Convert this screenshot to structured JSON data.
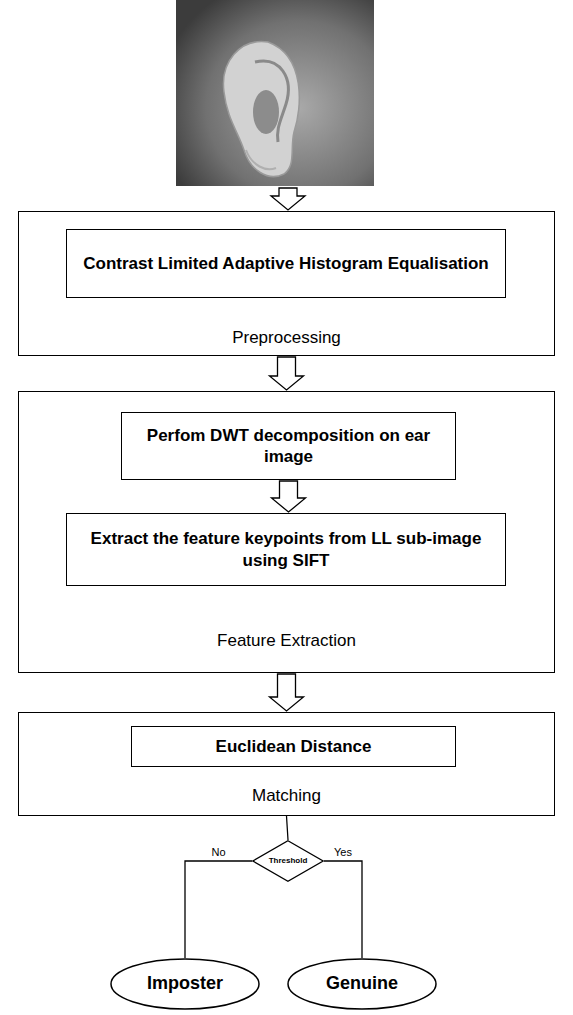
{
  "diagram": {
    "nodes": [
      {
        "text": [
          "Preprocessing"
        ]
      },
      {
        "text": [
          "Contrast Limited Adaptive Histogram Equalisation"
        ],
        "in": 0
      },
      {
        "text": [
          "Feature Extraction"
        ]
      },
      {
        "text": [
          "Perfom DWT decomposition on ear image"
        ],
        "in": 2
      },
      {
        "text": [
          "Extract the feature keypoints from LL sub-image using SIFT"
        ],
        "in": 2
      },
      {
        "text": [
          "Matching"
        ]
      },
      {
        "text": [
          "Euclidean Distance"
        ],
        "in": 5
      },
      {
        "text": [
          "Threshold"
        ]
      },
      {
        "text": [
          "Imposter"
        ]
      },
      {
        "text": [
          "Genuine"
        ]
      }
    ],
    "edges": [
      {
        "from": 0,
        "to": 2,
        "arrow": "to"
      },
      {
        "from": 3,
        "to": 4,
        "arrow": "to"
      },
      {
        "from": 2,
        "to": 5,
        "arrow": "to"
      },
      {
        "from": 5,
        "to": 7,
        "arrow": "none"
      },
      {
        "from": 7,
        "to": 8,
        "label": "No",
        "arrow": "none"
      },
      {
        "from": 7,
        "to": 9,
        "label": "Yes",
        "arrow": "none"
      }
    ]
  }
}
